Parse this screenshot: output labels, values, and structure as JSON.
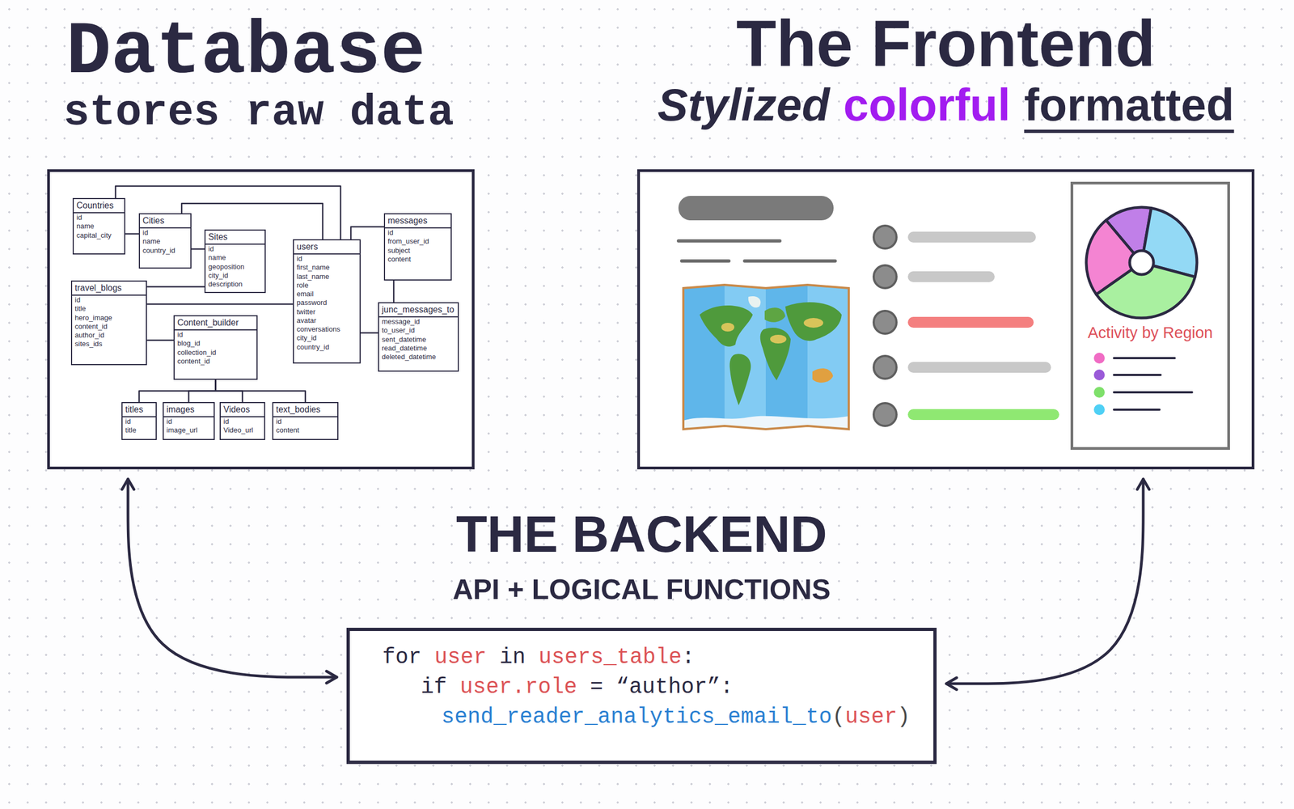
{
  "diagram": {
    "nodes": [
      {
        "text": [
          "Database",
          "stores raw data"
        ]
      },
      {
        "text": [
          "Countries",
          "id",
          "name",
          "capital_city"
        ],
        "in": 0
      },
      {
        "text": [
          "Cities",
          "id",
          "name",
          "country_id"
        ],
        "in": 0
      },
      {
        "text": [
          "Sites",
          "id",
          "name",
          "geoposition",
          "city_id",
          "description"
        ],
        "in": 0
      },
      {
        "text": [
          "users",
          "id",
          "first_name",
          "last_name",
          "role",
          "email",
          "password",
          "twitter",
          "avatar",
          "conversations",
          "city_id",
          "country_id"
        ],
        "in": 0
      },
      {
        "text": [
          "messages",
          "id",
          "from_user_id",
          "subject",
          "content"
        ],
        "in": 0
      },
      {
        "text": [
          "travel_blogs",
          "id",
          "title",
          "hero_image",
          "content_id",
          "author_id",
          "sites_ids"
        ],
        "in": 0
      },
      {
        "text": [
          "Content_builder",
          "id",
          "blog_id",
          "collection_id",
          "content_id"
        ],
        "in": 0
      },
      {
        "text": [
          "junc_messages_to",
          "message_id",
          "to_user_id",
          "sent_datetime",
          "read_datetime",
          "deleted_datetime"
        ],
        "in": 0
      },
      {
        "text": [
          "titles",
          "id",
          "title"
        ],
        "in": 0
      },
      {
        "text": [
          "images",
          "id",
          "image_url"
        ],
        "in": 0
      },
      {
        "text": [
          "Videos",
          "id",
          "Video_url"
        ],
        "in": 0
      },
      {
        "text": [
          "text_bodies",
          "id",
          "content"
        ],
        "in": 0
      },
      {
        "text": [
          "The Frontend",
          "Stylized",
          "colorful",
          "formatted"
        ]
      },
      {
        "text": [
          "Activity by Region"
        ],
        "in": 13
      },
      {
        "text": [
          "THE BACKEND",
          "API + LOGICAL FUNCTIONS",
          "for",
          "user",
          "in",
          "users_table",
          ":",
          "if",
          "user.role",
          "= “author”:",
          "send_reader_analytics_email_to",
          "(",
          "user",
          ")"
        ]
      }
    ],
    "edges": [
      {
        "from": 1,
        "to": 2,
        "arrow": "none"
      },
      {
        "from": 1,
        "to": 4,
        "arrow": "none"
      },
      {
        "from": 2,
        "to": 4,
        "arrow": "none"
      },
      {
        "from": 2,
        "to": 3,
        "arrow": "none"
      },
      {
        "from": 6,
        "to": 3,
        "arrow": "none"
      },
      {
        "from": 6,
        "to": 4,
        "arrow": "none"
      },
      {
        "from": 6,
        "to": 7,
        "arrow": "none"
      },
      {
        "from": 7,
        "to": 9,
        "arrow": "none"
      },
      {
        "from": 7,
        "to": 10,
        "arrow": "none"
      },
      {
        "from": 7,
        "to": 11,
        "arrow": "none"
      },
      {
        "from": 7,
        "to": 12,
        "arrow": "none"
      },
      {
        "from": 4,
        "to": 5,
        "arrow": "none"
      },
      {
        "from": 5,
        "to": 8,
        "arrow": "none"
      },
      {
        "from": 4,
        "to": 8,
        "arrow": "none"
      },
      {
        "from": 0,
        "to": 15,
        "arrow": "both"
      },
      {
        "from": 13,
        "to": 15,
        "arrow": "both"
      }
    ]
  }
}
